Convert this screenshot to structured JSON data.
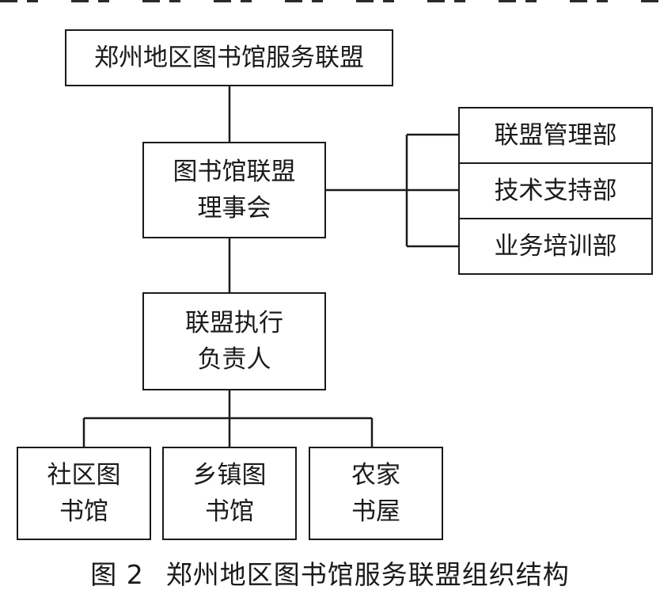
{
  "diagram": {
    "root": "郑州地区图书馆服务联盟",
    "council": "图书馆联盟\n理事会",
    "departments": [
      "联盟管理部",
      "技术支持部",
      "业务培训部"
    ],
    "executive": "联盟执行\n负责人",
    "branches": [
      "社区图\n书馆",
      "乡镇图\n书馆",
      "农家\n书屋"
    ]
  },
  "caption": {
    "number": "图 2",
    "title": "郑州地区图书馆服务联盟组织结构"
  }
}
